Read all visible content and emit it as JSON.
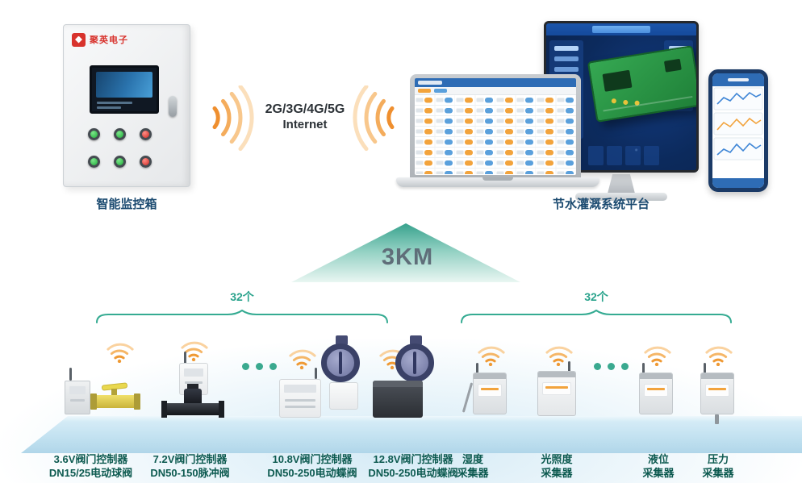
{
  "scene": {
    "cabinet": {
      "logo": "聚英电子",
      "label": "智能监控箱"
    },
    "link": {
      "line1": "2G/3G/4G/5G",
      "line2": "Internet"
    },
    "platform": {
      "label": "节水灌溉系统平台"
    },
    "range": {
      "distance": "3KM"
    },
    "groups": [
      {
        "count": "32个"
      },
      {
        "count": "32个"
      }
    ],
    "devices": [
      {
        "line1": "3.6V阀门控制器",
        "line2": "DN15/25电动球阀"
      },
      {
        "line1": "7.2V阀门控制器",
        "line2": "DN50-150脉冲阀"
      },
      {
        "line1": "10.8V阀门控制器",
        "line2": "DN50-250电动蝶阀"
      },
      {
        "line1": "12.8V阀门控制器",
        "line2": "DN50-250电动蝶阀"
      },
      {
        "line1": "湿度",
        "line2": "采集器"
      },
      {
        "line1": "光照度",
        "line2": "采集器"
      },
      {
        "line1": "液位",
        "line2": "采集器"
      },
      {
        "line1": "压力",
        "line2": "采集器"
      }
    ],
    "colors": {
      "accent_teal": "#2aa38c",
      "wifi_orange": "#f2a33c",
      "heading_navy": "#1b4a70",
      "device_label_green": "#0d5a50",
      "platform_blue": "#c3e2f1"
    }
  }
}
